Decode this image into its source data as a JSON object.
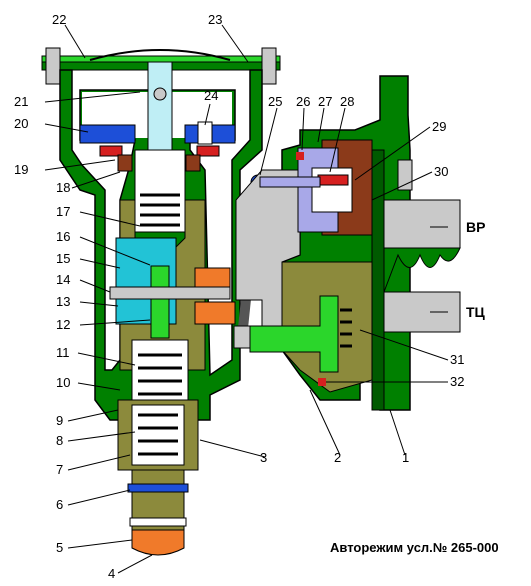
{
  "caption": "Авторежим усл.№ 265-000",
  "ports": {
    "vr": "ВР",
    "tc": "ТЦ"
  },
  "callouts": [
    "1",
    "2",
    "3",
    "4",
    "5",
    "6",
    "7",
    "8",
    "9",
    "10",
    "11",
    "12",
    "13",
    "14",
    "15",
    "16",
    "17",
    "18",
    "19",
    "20",
    "21",
    "22",
    "23",
    "24",
    "25",
    "26",
    "27",
    "28",
    "29",
    "30",
    "31",
    "32"
  ],
  "colors": {
    "housing": "#008000",
    "body_olive": "#8c8a3c",
    "piston_cyan": "#22c3d6",
    "piston_green": "#2bd62b",
    "diaphragm_blue": "#1d4fd8",
    "seal_red": "#d62020",
    "brown": "#8b3a1a",
    "orange": "#f07a2a",
    "lilac": "#a8a8e8",
    "gray": "#c9c9c9",
    "light_green": "#7fd87f"
  }
}
